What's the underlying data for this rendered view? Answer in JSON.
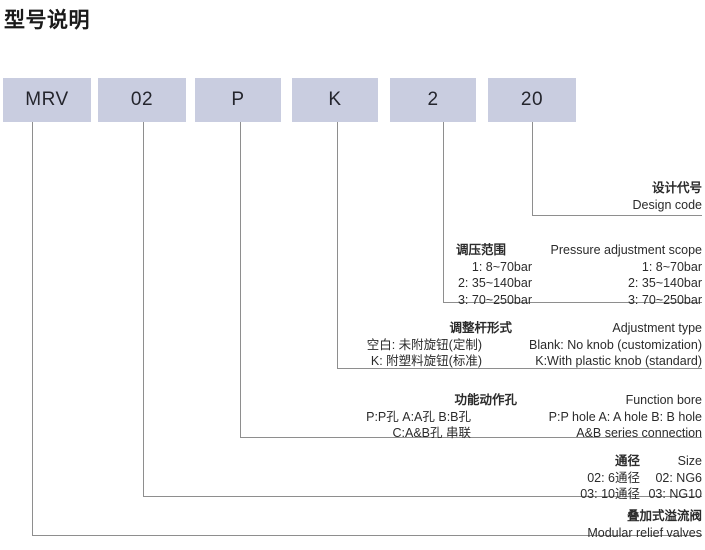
{
  "page": {
    "title": "型号说明",
    "accent_box_color": "#c9cde0",
    "line_color": "#8e8e8e",
    "text_color": "#2b2b2b"
  },
  "code_boxes": [
    {
      "value": "MRV"
    },
    {
      "value": "02"
    },
    {
      "value": "P"
    },
    {
      "value": "K"
    },
    {
      "value": "2"
    },
    {
      "value": "20"
    }
  ],
  "blocks": [
    {
      "id": "design-code",
      "head_cn": "",
      "head_en": "",
      "rows": [
        {
          "cn": "设计代号",
          "en": ""
        },
        {
          "cn": "",
          "en": "Design code"
        }
      ]
    },
    {
      "id": "pressure-adjustment-scope",
      "head_cn": "调压范围",
      "head_en": "Pressure adjustment scope",
      "rows": [
        {
          "cn": "1: 8~70bar",
          "en": "1: 8~70bar"
        },
        {
          "cn": "2: 35~140bar",
          "en": "2: 35~140bar"
        },
        {
          "cn": "3: 70~250bar",
          "en": "3: 70~250bar"
        }
      ]
    },
    {
      "id": "adjustment-type",
      "head_cn": "调整杆形式",
      "head_en": "Adjustment type",
      "rows": [
        {
          "cn": "空白: 未附旋钮(定制)",
          "en": "Blank: No knob (customization)"
        },
        {
          "cn": "K: 附塑料旋钮(标准)",
          "en": "K:With plastic knob (standard)"
        }
      ]
    },
    {
      "id": "function-bore",
      "head_cn": "功能动作孔",
      "head_en": "Function bore",
      "rows": [
        {
          "cn": "P:P孔  A:A孔  B:B孔",
          "en": "P:P hole   A: A hole   B: B hole"
        },
        {
          "cn": "C:A&B孔 串联",
          "en": "A&B series connection"
        }
      ]
    },
    {
      "id": "size",
      "head_cn": "通径",
      "head_en": "Size",
      "rows": [
        {
          "cn": "02: 6通径",
          "en": "02: NG6"
        },
        {
          "cn": "03: 10通径",
          "en": "03: NG10"
        }
      ]
    },
    {
      "id": "modular-relief-valves",
      "head_cn": "",
      "head_en": "",
      "rows": [
        {
          "cn": "叠加式溢流阀",
          "en": ""
        },
        {
          "cn": "",
          "en": "Modular relief valves"
        }
      ]
    }
  ]
}
